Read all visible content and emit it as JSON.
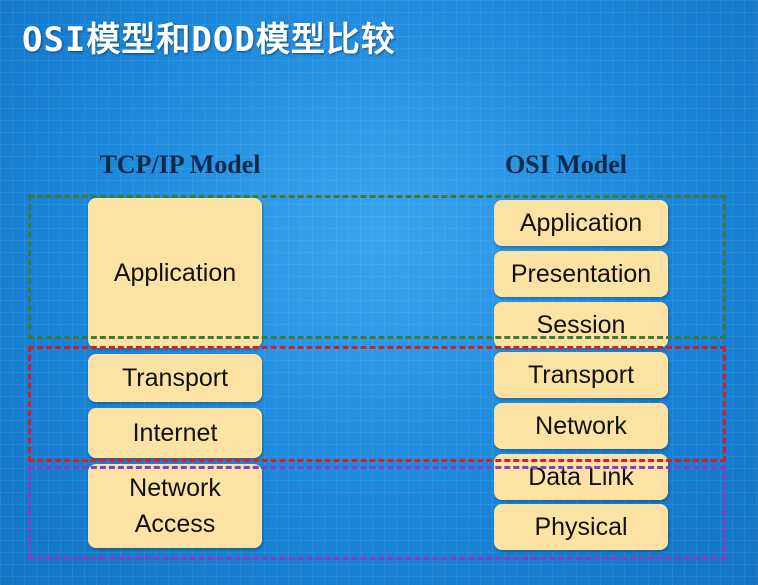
{
  "title": "OSI模型和DOD模型比较",
  "tcpip": {
    "heading": "TCP/IP Model",
    "layers": {
      "application": "Application",
      "transport": "Transport",
      "internet": "Internet",
      "network_access_line1": "Network",
      "network_access_line2": "Access"
    }
  },
  "osi": {
    "heading": "OSI Model",
    "layers": {
      "application": "Application",
      "presentation": "Presentation",
      "session": "Session",
      "transport": "Transport",
      "network": "Network",
      "data_link": "Data Link",
      "physical": "Physical"
    }
  },
  "colors": {
    "layer_fill": "#fde3a3",
    "group_upper": "#3f7a3a",
    "group_middle": "#d0202a",
    "group_lower": "#8a3cc8"
  }
}
